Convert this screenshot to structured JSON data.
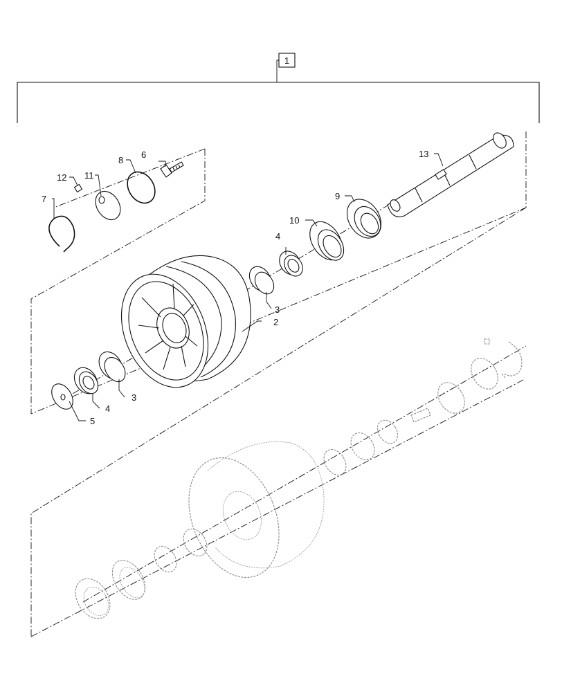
{
  "diagram": {
    "assembly_callout": "1",
    "callouts": {
      "c2": "2",
      "c3a": "3",
      "c3b": "3",
      "c4a": "4",
      "c4b": "4",
      "c5": "5",
      "c6": "6",
      "c7": "7",
      "c8": "8",
      "c9": "9",
      "c10": "10",
      "c11": "11",
      "c12": "12",
      "c13": "13"
    }
  }
}
